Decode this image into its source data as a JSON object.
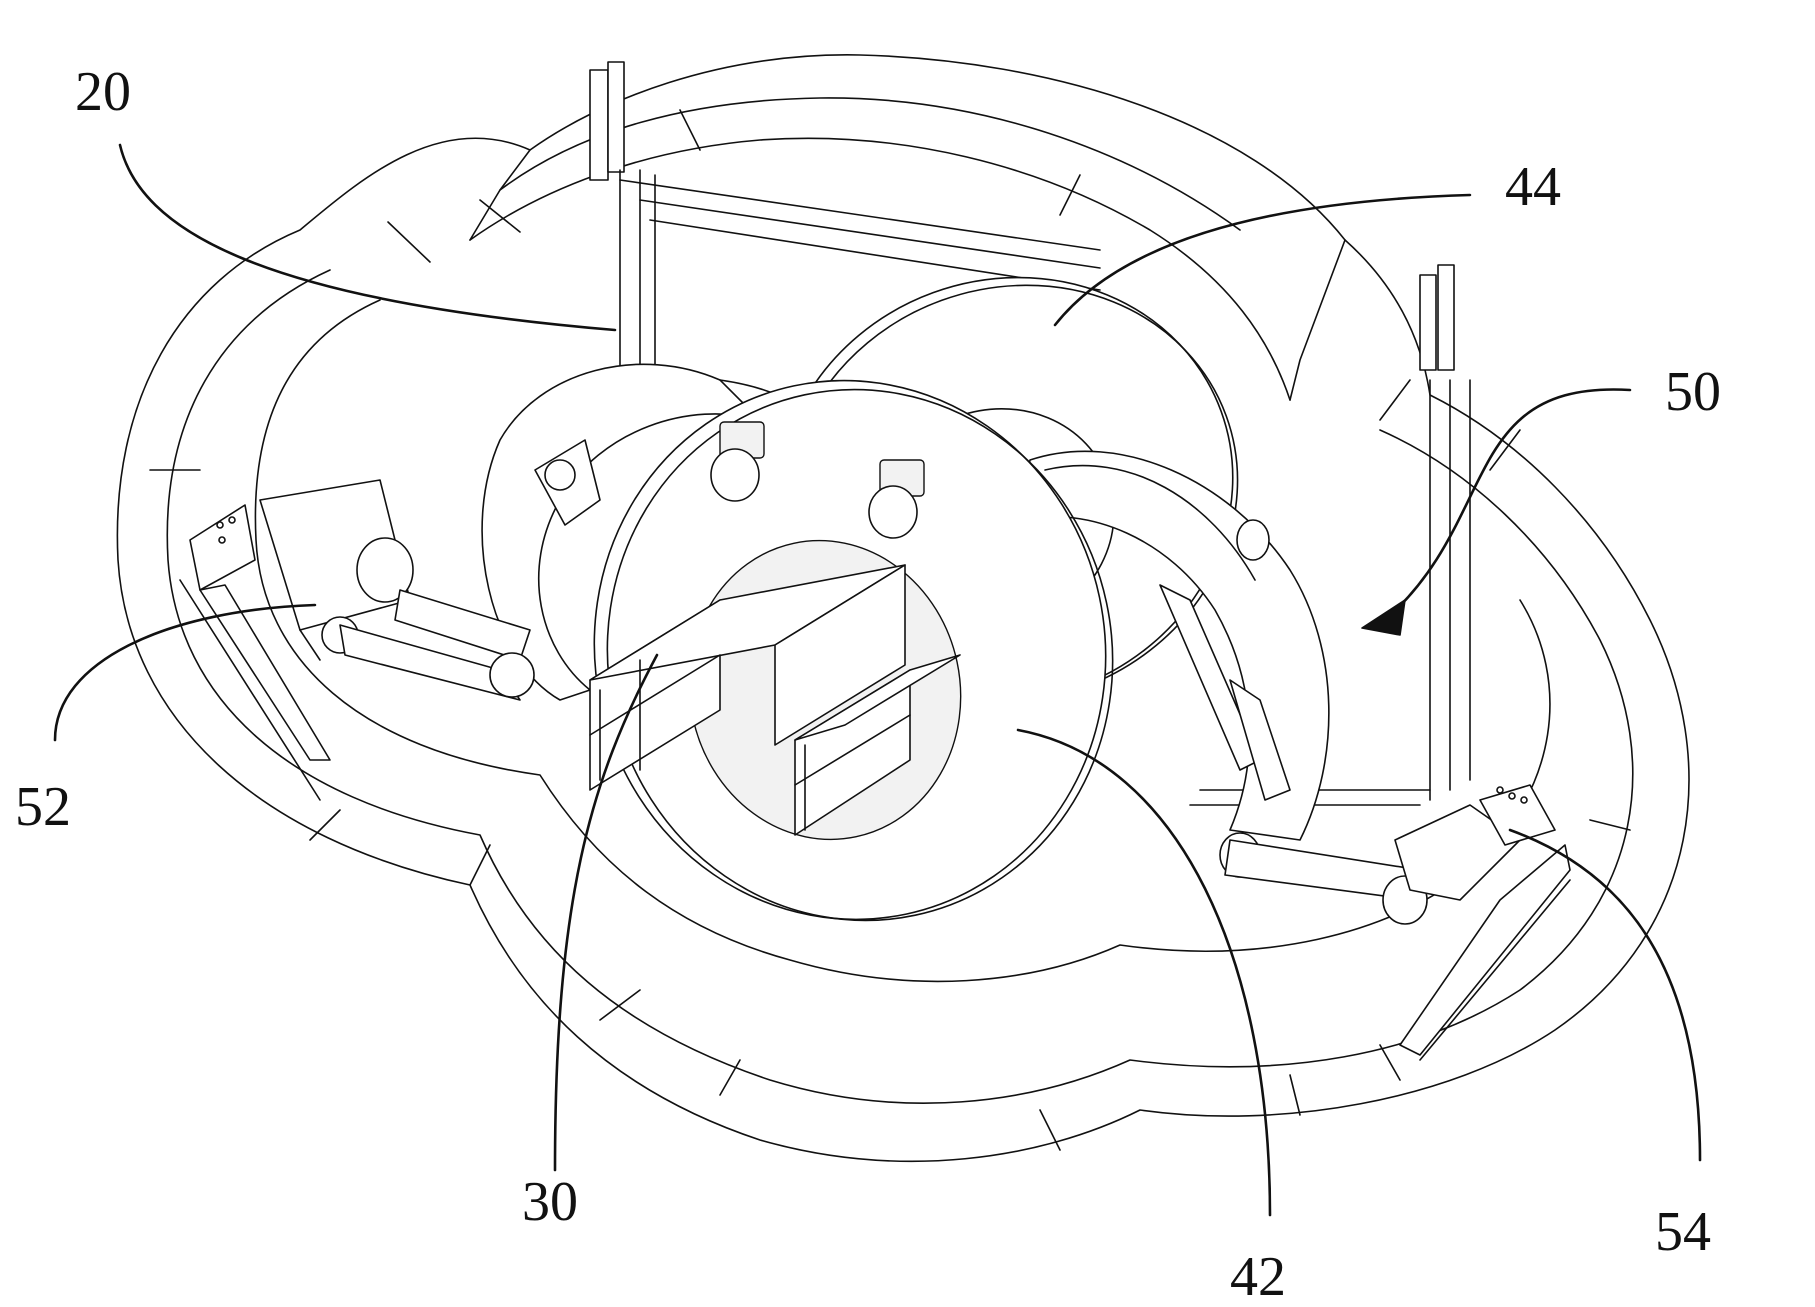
{
  "labels": [
    {
      "id": "20",
      "text": "20"
    },
    {
      "id": "44",
      "text": "44"
    },
    {
      "id": "50",
      "text": "50"
    },
    {
      "id": "52",
      "text": "52"
    },
    {
      "id": "30",
      "text": "30"
    },
    {
      "id": "42",
      "text": "42"
    },
    {
      "id": "54",
      "text": "54"
    }
  ]
}
